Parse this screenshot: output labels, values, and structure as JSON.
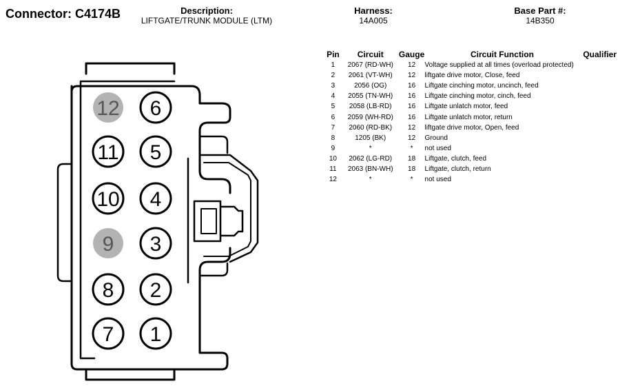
{
  "header": {
    "connector": "Connector: C4174B",
    "description_label": "Description:",
    "description_value": "LIFTGATE/TRUNK MODULE (LTM)",
    "harness_label": "Harness:",
    "harness_value": "14A005",
    "basepart_label": "Base Part #:",
    "basepart_value": "14B350"
  },
  "colors": {
    "unused_pin_fill": "#b3b3b3",
    "line": "#000000"
  },
  "cavities": [
    {
      "number": "12",
      "used": false
    },
    {
      "number": "6",
      "used": true
    },
    {
      "number": "11",
      "used": true
    },
    {
      "number": "5",
      "used": true
    },
    {
      "number": "10",
      "used": true
    },
    {
      "number": "4",
      "used": true
    },
    {
      "number": "9",
      "used": false
    },
    {
      "number": "3",
      "used": true
    },
    {
      "number": "8",
      "used": true
    },
    {
      "number": "2",
      "used": true
    },
    {
      "number": "7",
      "used": true
    },
    {
      "number": "1",
      "used": true
    }
  ],
  "table": {
    "headers": [
      "Pin",
      "Circuit",
      "Gauge",
      "Circuit Function",
      "Qualifier"
    ],
    "rows": [
      {
        "pin": "1",
        "circuit": "2067 (RD-WH)",
        "gauge": "12",
        "function": "Voltage supplied at all times (overload protected)",
        "qualifier": ""
      },
      {
        "pin": "2",
        "circuit": "2061 (VT-WH)",
        "gauge": "12",
        "function": "liftgate drive motor, Close, feed",
        "qualifier": ""
      },
      {
        "pin": "3",
        "circuit": "2056 (OG)",
        "gauge": "16",
        "function": "Liftgate cinching motor, uncinch, feed",
        "qualifier": ""
      },
      {
        "pin": "4",
        "circuit": "2055 (TN-WH)",
        "gauge": "16",
        "function": "Liftgate cinching motor, cinch, feed",
        "qualifier": ""
      },
      {
        "pin": "5",
        "circuit": "2058 (LB-RD)",
        "gauge": "16",
        "function": "Liftgate unlatch motor, feed",
        "qualifier": ""
      },
      {
        "pin": "6",
        "circuit": "2059 (WH-RD)",
        "gauge": "16",
        "function": "Liftgate unlatch motor, return",
        "qualifier": ""
      },
      {
        "pin": "7",
        "circuit": "2060 (RD-BK)",
        "gauge": "12",
        "function": "liftgate drive motor, Open, feed",
        "qualifier": ""
      },
      {
        "pin": "8",
        "circuit": "1205 (BK)",
        "gauge": "12",
        "function": "Ground",
        "qualifier": ""
      },
      {
        "pin": "9",
        "circuit": "*",
        "gauge": "*",
        "function": "not used",
        "qualifier": ""
      },
      {
        "pin": "10",
        "circuit": "2062 (LG-RD)",
        "gauge": "18",
        "function": "Liftgate, clutch, feed",
        "qualifier": ""
      },
      {
        "pin": "11",
        "circuit": "2063 (BN-WH)",
        "gauge": "18",
        "function": "Liftgate, clutch, return",
        "qualifier": ""
      },
      {
        "pin": "12",
        "circuit": "*",
        "gauge": "*",
        "function": "not used",
        "qualifier": ""
      }
    ]
  }
}
